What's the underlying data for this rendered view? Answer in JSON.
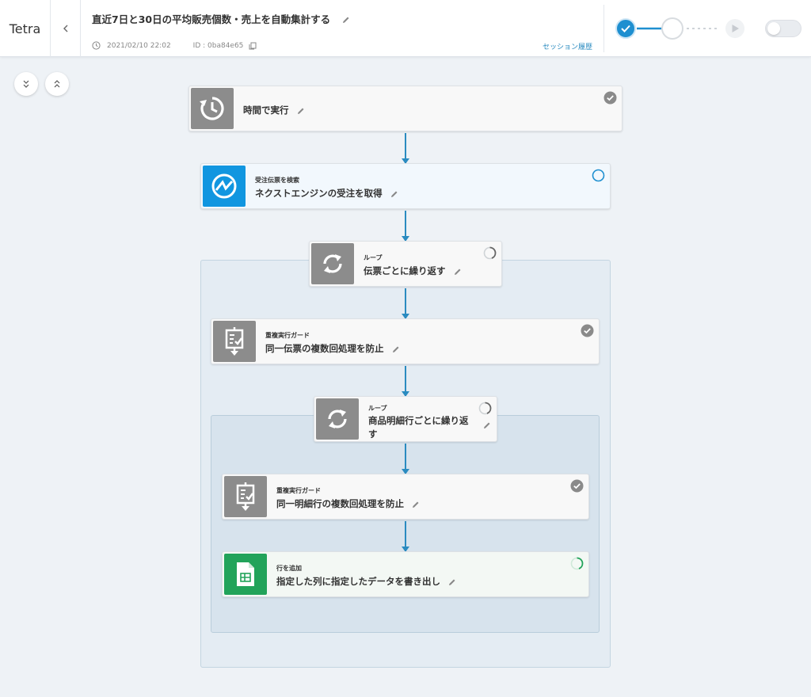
{
  "header": {
    "brand": "Tetra",
    "back_icon": "chevron-left-icon",
    "title": "直近7日と30日の平均販売個数・売上を自動集計する",
    "datetime": "2021/02/10 22:02",
    "id_text": "ID : 0ba84e65",
    "session_history": "セッション履歴"
  },
  "colors": {
    "accent": "#2a8bc0",
    "blue_service": "#1196e0",
    "gray_icon": "#8c8c8c",
    "green_sheet": "#22a35a"
  },
  "nodes": [
    {
      "id": "time",
      "sub": "",
      "name": "時間で実行",
      "icon": "clock-refresh-icon",
      "status": "done"
    },
    {
      "id": "ne",
      "sub": "受注伝票を検索",
      "name": "ネクストエンジンの受注を取得",
      "icon": "nextengine-icon",
      "status": "pending"
    },
    {
      "id": "loop1",
      "sub": "ループ",
      "name": "伝票ごとに繰り返す",
      "icon": "loop-icon",
      "status": "running"
    },
    {
      "id": "guard1",
      "sub": "重複実行ガード",
      "name": "同一伝票の複数回処理を防止",
      "icon": "guard-icon",
      "status": "done"
    },
    {
      "id": "loop2",
      "sub": "ループ",
      "name_line1": "商品明細行ごとに繰り返",
      "name_line2": "す",
      "icon": "loop-icon",
      "status": "running"
    },
    {
      "id": "guard2",
      "sub": "重複実行ガード",
      "name": "同一明細行の複数回処理を防止",
      "icon": "guard-icon",
      "status": "done"
    },
    {
      "id": "sheet",
      "sub": "行を追加",
      "name": "指定した列に指定したデータを書き出し",
      "icon": "spreadsheet-icon",
      "status": "running-green"
    }
  ]
}
